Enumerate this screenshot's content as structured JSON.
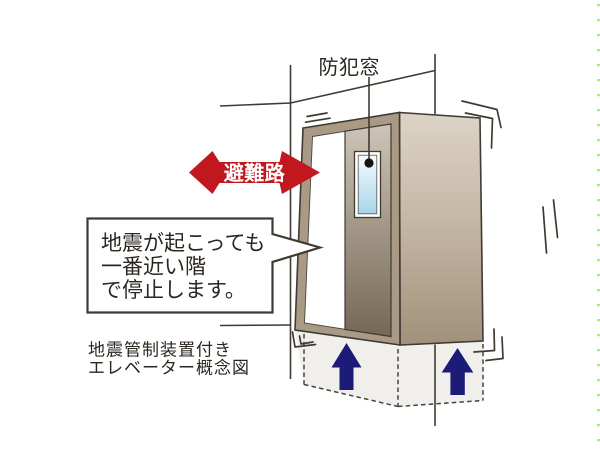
{
  "labels": {
    "security_window": "防犯窓",
    "evacuation_route": "避難路"
  },
  "speech_bubble": {
    "lines": [
      "地震が起こっても",
      "一番近い階",
      "で停止します。"
    ]
  },
  "caption": {
    "lines": [
      "地震管制装置付き",
      "エレベーター概念図"
    ]
  },
  "colors": {
    "red_arrow": "#c0181e",
    "up_arrow": "#1c1b78",
    "frame": "#a89a84",
    "side_top": "#ddd4c7",
    "side_mid": "#c3b5a3",
    "side_bottom": "#a1907a",
    "door_top": "#cdc4b7",
    "door_bottom": "#756855",
    "glass_top": "#f8fcfe",
    "glass_bottom": "#a7d4ec",
    "outline": "#3f3a33",
    "ghost_fill": "#f0efec",
    "accent_dots": "#9fe26b",
    "text": "#2b2620"
  }
}
